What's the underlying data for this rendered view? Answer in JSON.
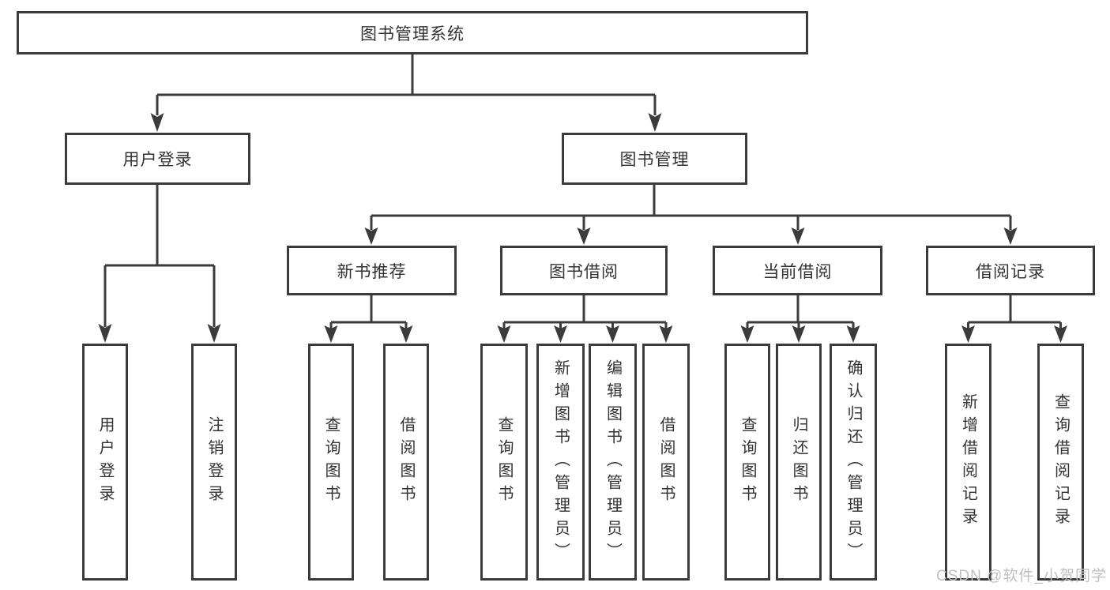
{
  "diagram": {
    "root": {
      "label": "图书管理系统"
    },
    "branches": [
      {
        "label": "用户登录",
        "children": [
          {
            "label": "用户登录"
          },
          {
            "label": "注销登录"
          }
        ]
      },
      {
        "label": "图书管理",
        "children": [
          {
            "label": "新书推荐",
            "children": [
              {
                "label": "查询图书"
              },
              {
                "label": "借阅图书"
              }
            ]
          },
          {
            "label": "图书借阅",
            "children": [
              {
                "label": "查询图书"
              },
              {
                "label": "新增图书（管理员）"
              },
              {
                "label": "编辑图书（管理员）"
              },
              {
                "label": "借阅图书"
              }
            ]
          },
          {
            "label": "当前借阅",
            "children": [
              {
                "label": "查询图书"
              },
              {
                "label": "归还图书"
              },
              {
                "label": "确认归还（管理员）"
              }
            ]
          },
          {
            "label": "借阅记录",
            "children": [
              {
                "label": "新增借阅记录"
              },
              {
                "label": "查询借阅记录"
              }
            ]
          }
        ]
      }
    ]
  },
  "watermark": "CSDN @软件_小贺同学",
  "colors": {
    "line": "#3b3b3b",
    "box_border": "#3b3b3b",
    "text": "#333333",
    "watermark": "#bfbfbf",
    "background": "#ffffff"
  }
}
